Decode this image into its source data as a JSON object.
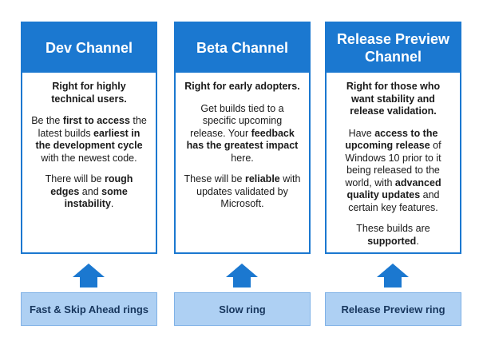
{
  "colors": {
    "header_blue": "#1b78d0",
    "ring_fill": "#aed0f3",
    "arrow_blue": "#1b78d0"
  },
  "channels": [
    {
      "title_line1": "Dev Channel",
      "title_line2": "",
      "lead": "Right for highly technical users.",
      "p1": [
        {
          "t": "Be the ",
          "b": false
        },
        {
          "t": "first to access",
          "b": true
        },
        {
          "t": " the latest builds ",
          "b": false
        },
        {
          "t": "earliest in the development cycle",
          "b": true
        },
        {
          "t": " with the newest code.",
          "b": false
        }
      ],
      "p2": [
        {
          "t": "There will be ",
          "b": false
        },
        {
          "t": "rough edges",
          "b": true
        },
        {
          "t": " and ",
          "b": false
        },
        {
          "t": "some instability",
          "b": true
        },
        {
          "t": ".",
          "b": false
        }
      ],
      "p3": [],
      "ring": "Fast & Skip Ahead rings"
    },
    {
      "title_line1": "Beta Channel",
      "title_line2": "",
      "lead": "Right for early adopters.",
      "p1": [
        {
          "t": "Get builds tied to a specific upcoming release. Your ",
          "b": false
        },
        {
          "t": "feedback has the greatest impact",
          "b": true
        },
        {
          "t": " here.",
          "b": false
        }
      ],
      "p2": [
        {
          "t": "These will be ",
          "b": false
        },
        {
          "t": "reliable",
          "b": true
        },
        {
          "t": " with updates validated by Microsoft.",
          "b": false
        }
      ],
      "p3": [],
      "ring": "Slow ring"
    },
    {
      "title_line1": "Release Preview",
      "title_line2": "Channel",
      "lead": "Right for those who want stability and release validation.",
      "p1": [
        {
          "t": "Have ",
          "b": false
        },
        {
          "t": "access to the upcoming release",
          "b": true
        },
        {
          "t": " of Windows 10 prior to it being released to the world, with ",
          "b": false
        },
        {
          "t": "advanced quality updates",
          "b": true
        },
        {
          "t": " and certain key features.",
          "b": false
        }
      ],
      "p2": [
        {
          "t": "These builds are ",
          "b": false
        },
        {
          "t": "supported",
          "b": true
        },
        {
          "t": ".",
          "b": false
        }
      ],
      "p3": [],
      "ring": "Release Preview ring"
    }
  ]
}
